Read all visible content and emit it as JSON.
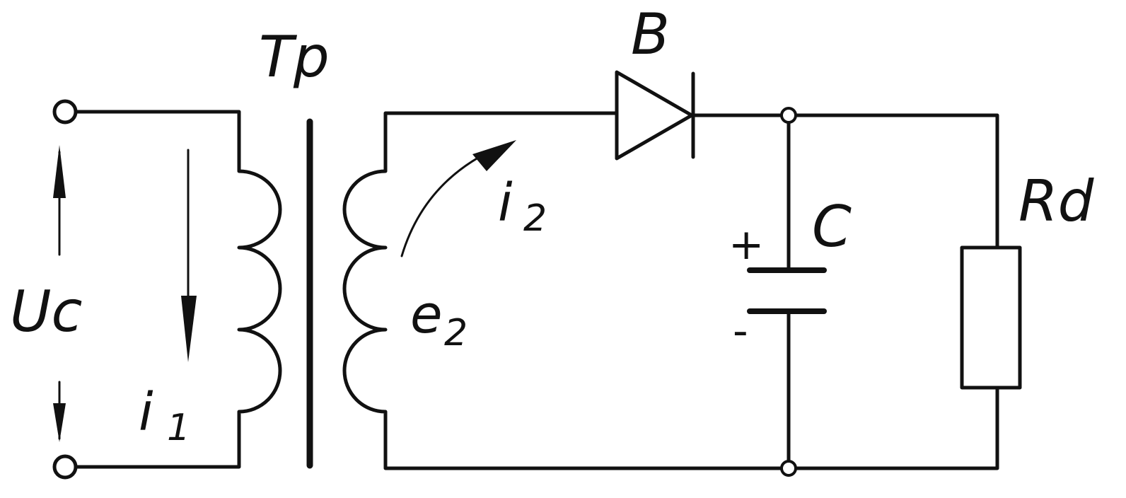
{
  "labels": {
    "source_voltage": "Uc",
    "transformer": "Tp",
    "diode": "B",
    "capacitor": "C",
    "load_resistor": "Rd",
    "primary_current_base": "i",
    "primary_current_sub": "1",
    "secondary_current_base": "i",
    "secondary_current_sub": "2",
    "secondary_emf_base": "e",
    "secondary_emf_sub": "2",
    "plus_sign": "+",
    "minus_sign": "-"
  },
  "colors": {
    "ink": "#111111",
    "paper": "#ffffff"
  }
}
